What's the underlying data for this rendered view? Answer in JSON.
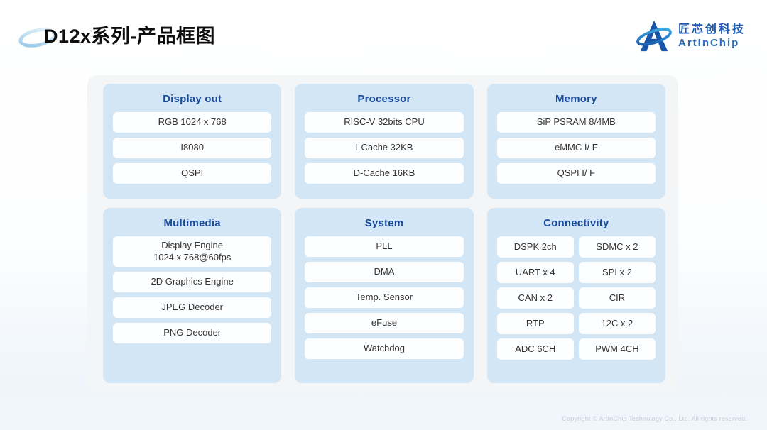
{
  "header": {
    "title": "D12x系列-产品框图",
    "logo": {
      "company_cn": "匠芯创科技",
      "company_en": "ArtInChip"
    }
  },
  "panels": [
    {
      "title": "Display out",
      "items": [
        "RGB 1024 x 768",
        "I8080",
        "QSPI"
      ]
    },
    {
      "title": "Processor",
      "items": [
        "RISC-V 32bits CPU",
        "I-Cache 32KB",
        "D-Cache 16KB"
      ]
    },
    {
      "title": "Memory",
      "items": [
        "SiP PSRAM 8/4MB",
        "eMMC I/ F",
        "QSPI I/ F"
      ]
    },
    {
      "title": "Multimedia",
      "items": [
        "Display Engine\n1024 x 768@60fps",
        "2D Graphics Engine",
        "JPEG Decoder",
        "PNG Decoder"
      ]
    },
    {
      "title": "System",
      "items": [
        "PLL",
        "DMA",
        "Temp. Sensor",
        "eFuse",
        "Watchdog"
      ]
    },
    {
      "title": "Connectivity",
      "items": [
        "DSPK 2ch",
        "SDMC x 2",
        "UART x 4",
        "SPI x 2",
        "CAN x 2",
        "CIR",
        "RTP",
        "12C x 2",
        "ADC 6CH",
        "PWM 4CH"
      ]
    }
  ],
  "footer": {
    "copyright": "Copyright © ArtInChip Technology Co., Ltd. All rights reserved."
  },
  "colors": {
    "panel_title_blue": "#1a4b9c",
    "panel_bg": "#d3e6f6",
    "card_bg": "#f4f5f6",
    "block_bg": "#fdfeff",
    "logo_blue": "#1d5ab2",
    "swoosh_light_blue": "#a9d3ee",
    "footer_gray": "#c6cdd6"
  }
}
